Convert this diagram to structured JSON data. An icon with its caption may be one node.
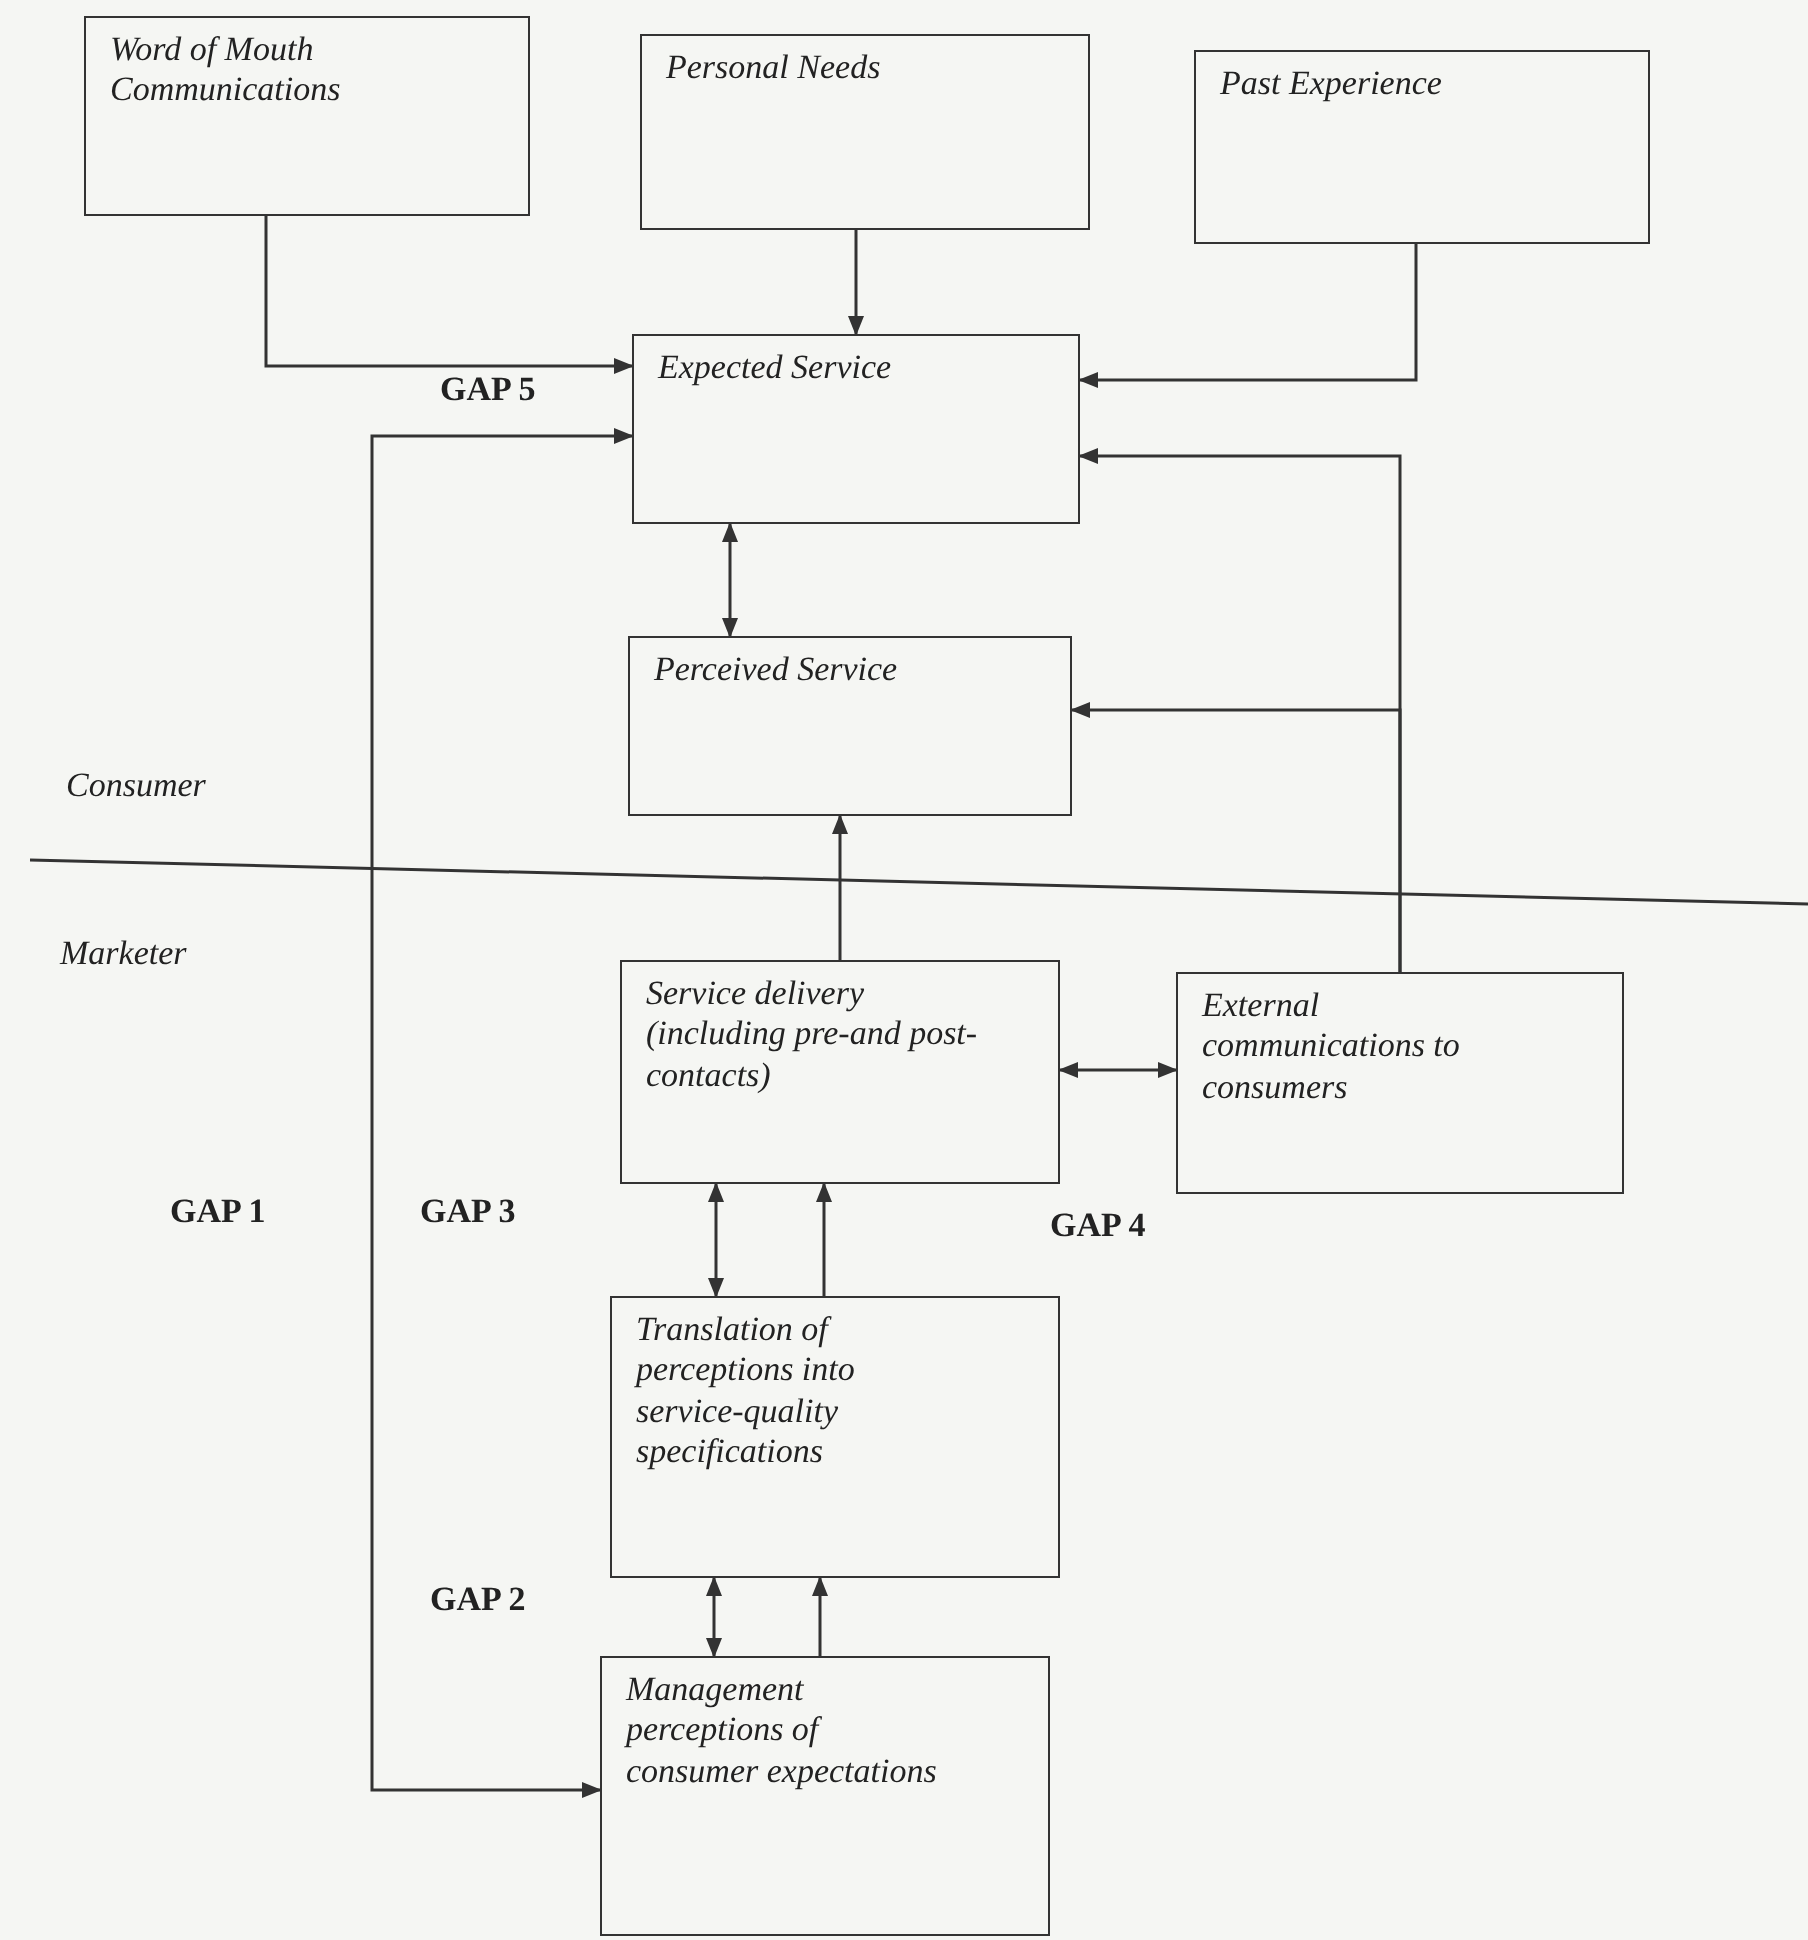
{
  "diagram": {
    "nodes": [
      {
        "text": [
          "Word of Mouth Communications"
        ]
      },
      {
        "text": [
          "Personal Needs"
        ]
      },
      {
        "text": [
          "Past Experience"
        ]
      },
      {
        "text": [
          "Expected Service"
        ]
      },
      {
        "text": [
          "Perceived Service"
        ]
      },
      {
        "text": [
          "Service delivery (including pre-and post-contacts)"
        ]
      },
      {
        "text": [
          "External communications to consumers"
        ]
      },
      {
        "text": [
          "Translation of perceptions into service-quality specifications"
        ]
      },
      {
        "text": [
          "Management perceptions of consumer expectations"
        ]
      }
    ],
    "edges": [
      {
        "from": 0,
        "to": 3,
        "arrow": "to"
      },
      {
        "from": 1,
        "to": 3,
        "arrow": "to"
      },
      {
        "from": 2,
        "to": 3,
        "arrow": "to"
      },
      {
        "from": 3,
        "to": 8,
        "arrow": "both"
      },
      {
        "from": 3,
        "to": 4,
        "arrow": "both"
      },
      {
        "from": 6,
        "to": 3,
        "arrow": "to"
      },
      {
        "from": 6,
        "to": 4,
        "arrow": "to"
      },
      {
        "from": 5,
        "to": 4,
        "arrow": "to"
      },
      {
        "from": 5,
        "to": 6,
        "arrow": "both"
      },
      {
        "from": 7,
        "to": 5,
        "arrow": "both"
      },
      {
        "from": 7,
        "to": 5,
        "arrow": "to"
      },
      {
        "from": 8,
        "to": 7,
        "arrow": "both"
      },
      {
        "from": 8,
        "to": 7,
        "arrow": "to"
      }
    ],
    "labels": [
      "GAP 5",
      "Consumer",
      "Marketer",
      "GAP 1",
      "GAP 3",
      "GAP 4",
      "GAP 2"
    ]
  }
}
